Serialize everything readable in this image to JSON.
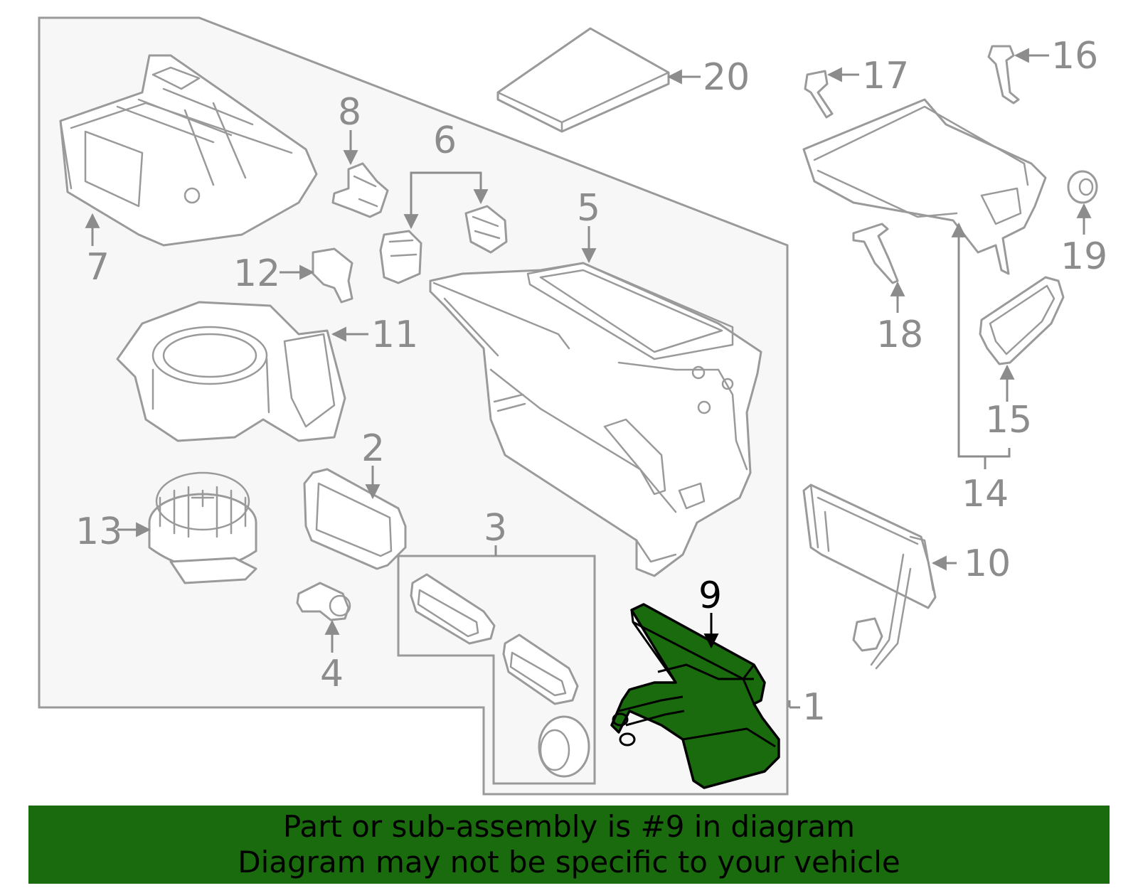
{
  "callouts": {
    "c1": "1",
    "c2": "2",
    "c3": "3",
    "c4": "4",
    "c5": "5",
    "c6": "6",
    "c7": "7",
    "c8": "8",
    "c9": "9",
    "c10": "10",
    "c11": "11",
    "c12": "12",
    "c13": "13",
    "c14": "14",
    "c15": "15",
    "c16": "16",
    "c17": "17",
    "c18": "18",
    "c19": "19",
    "c20": "20"
  },
  "highlighted_part": "9",
  "banner": {
    "line1": "Part or sub-assembly is #9 in diagram",
    "line2": "Diagram may not be specific to your vehicle"
  },
  "colors": {
    "highlight": "#1a6b0d",
    "callout_text": "#8c8c8c",
    "line_art": "#9a9a9a"
  }
}
